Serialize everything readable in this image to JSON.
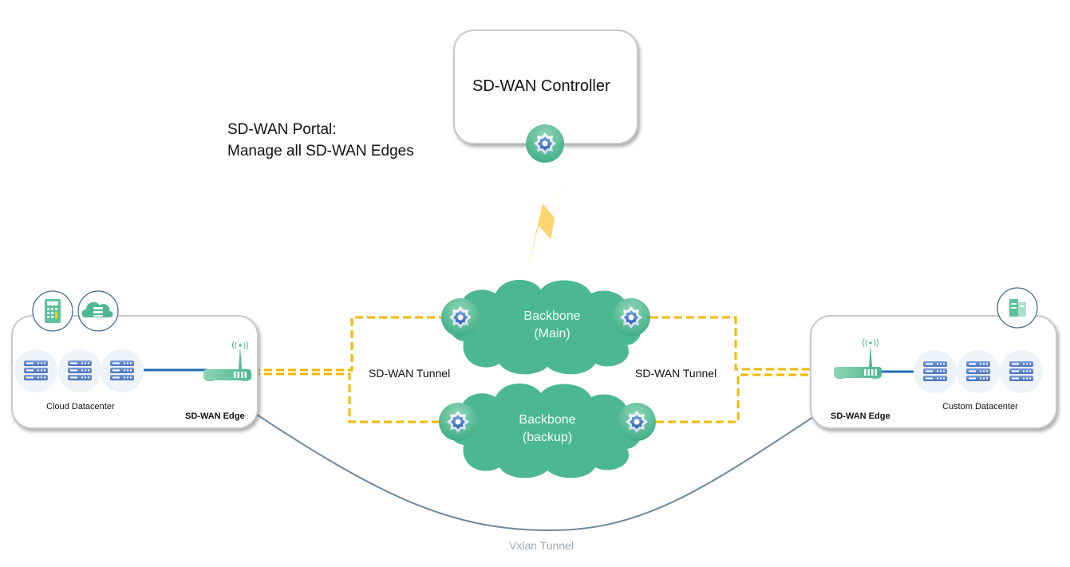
{
  "diagram": {
    "controller": {
      "title": "SD-WAN Controller",
      "icon": "gear-badge-icon"
    },
    "portal": {
      "line1": "SD-WAN Portal:",
      "line2": "Manage all SD-WAN Edges"
    },
    "backbones": [
      {
        "line1": "Backbone",
        "line2": "(Main)"
      },
      {
        "line1": "Backbone",
        "line2": "(backup)"
      }
    ],
    "tunnels": {
      "left": "SD-WAN Tunnel",
      "right": "SD-WAN Tunnel",
      "vxlan": "Vxlan Tunnel"
    },
    "sites": {
      "left": {
        "name": "Cloud Datacenter",
        "edge": "SD-WAN Edge",
        "badges": [
          "calculator-icon",
          "cloud-storage-icon"
        ]
      },
      "right": {
        "name": "Custom Datacenter",
        "edge": "SD-WAN Edge",
        "badges": [
          "building-icon"
        ]
      }
    },
    "colors": {
      "green": "#4bb891",
      "tunnel_yellow": "#f5b800",
      "link_blue": "#1f6fb5",
      "vxlan_gray": "#6e8799",
      "lightning": "#ffd36a"
    }
  }
}
